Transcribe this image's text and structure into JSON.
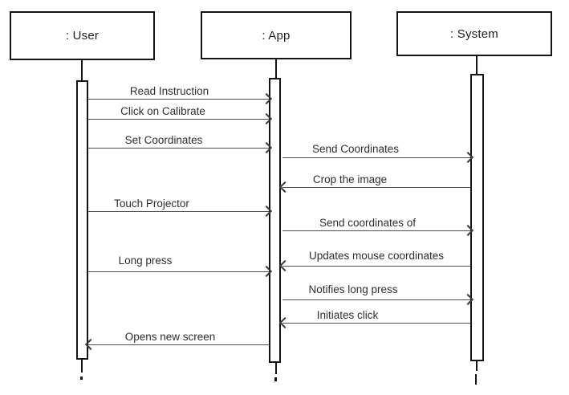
{
  "diagram_type": "uml-sequence-diagram",
  "actors": [
    {
      "id": "user",
      "label": ": User"
    },
    {
      "id": "app",
      "label": ": App"
    },
    {
      "id": "system",
      "label": ": System"
    }
  ],
  "messages": [
    {
      "label": "Read Instruction",
      "from": "User",
      "to": "App"
    },
    {
      "label": "Click on Calibrate",
      "from": "User",
      "to": "App"
    },
    {
      "label": "Set Coordinates",
      "from": "User",
      "to": "App"
    },
    {
      "label": "Send Coordinates",
      "from": "App",
      "to": "System"
    },
    {
      "label": "Crop the image",
      "from": "System",
      "to": "App"
    },
    {
      "label": "Touch Projector",
      "from": "User",
      "to": "App"
    },
    {
      "label": "Send coordinates of",
      "from": "App",
      "to": "System"
    },
    {
      "label": "Updates mouse coordinates",
      "from": "System",
      "to": "App"
    },
    {
      "label": "Long press",
      "from": "User",
      "to": "App"
    },
    {
      "label": "Notifies long press",
      "from": "App",
      "to": "System"
    },
    {
      "label": "Initiates click",
      "from": "System",
      "to": "App"
    },
    {
      "label": "Opens new screen",
      "from": "App",
      "to": "User"
    }
  ],
  "colors": {
    "background": "#ffffff",
    "box_border": "#141414",
    "message_line": "#4f4f4f",
    "text": "#2e2e2e"
  }
}
